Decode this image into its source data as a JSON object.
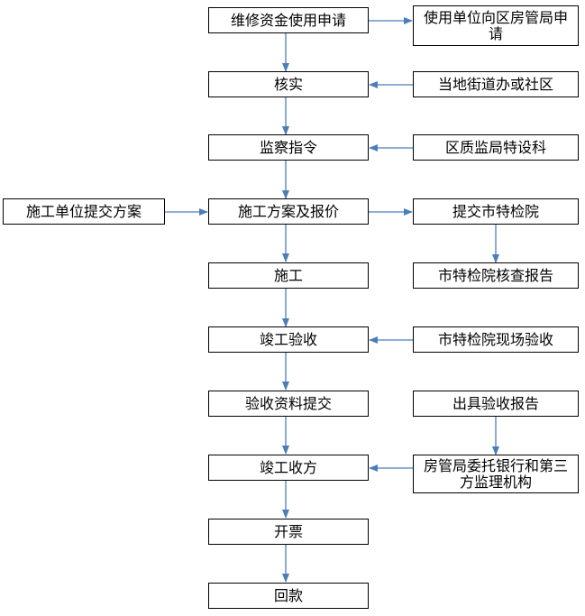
{
  "diagram": {
    "nodes": {
      "maintenance_fund_application": "维修资金使用申请",
      "apply_to_district_housing_bureau": "使用单位向区房管局申请",
      "verification": "核实",
      "local_street_or_community": "当地街道办或社区",
      "supervision_instruction": "监察指令",
      "district_quality_supervision_section": "区质监局特设科",
      "contractor_submits_plan": "施工单位提交方案",
      "construction_plan_and_quote": "施工方案及报价",
      "submit_to_city_inspection_institute": "提交市特检院",
      "construction": "施工",
      "city_inspection_review_report": "市特检院核查报告",
      "completion_acceptance": "竣工验收",
      "city_inspection_onsite_acceptance": "市特检院现场验收",
      "acceptance_documents_submission": "验收资料提交",
      "issue_acceptance_report": "出具验收报告",
      "completion_acceptance_party": "竣工收方",
      "bureau_commissions_bank_and_third_party": "房管局委托银行和第三方监理机构",
      "invoice": "开票",
      "payment_return": "回款"
    }
  }
}
